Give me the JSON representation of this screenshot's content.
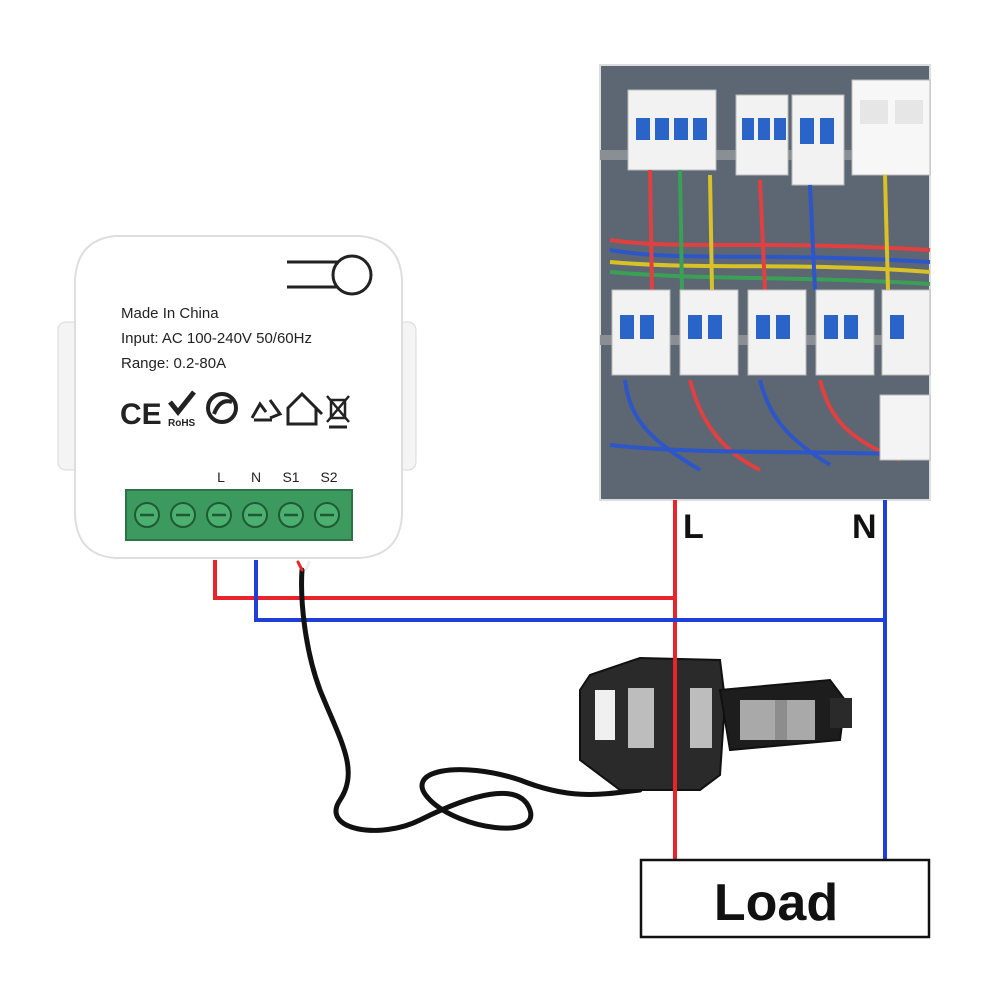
{
  "device": {
    "line1": "Made In China",
    "line2": "Input: AC 100-240V 50/60Hz",
    "line3": "Range: 0.2-80A",
    "cert_ce": "CE",
    "cert_rohs": "RoHS",
    "terminals": [
      "L",
      "N",
      "S1",
      "S2"
    ]
  },
  "wiring": {
    "live_label": "L",
    "neutral_label": "N",
    "load_label": "Load"
  },
  "colors": {
    "live": "#e8232a",
    "neutral": "#1f3fd6",
    "terminal_block": "#3d9a5f",
    "cable": "#111111"
  },
  "icons": [
    "ce-mark-icon",
    "rohs-icon",
    "green-dot-icon",
    "recycle-icon",
    "indoor-use-icon",
    "weee-bin-icon",
    "reset-button-icon"
  ]
}
